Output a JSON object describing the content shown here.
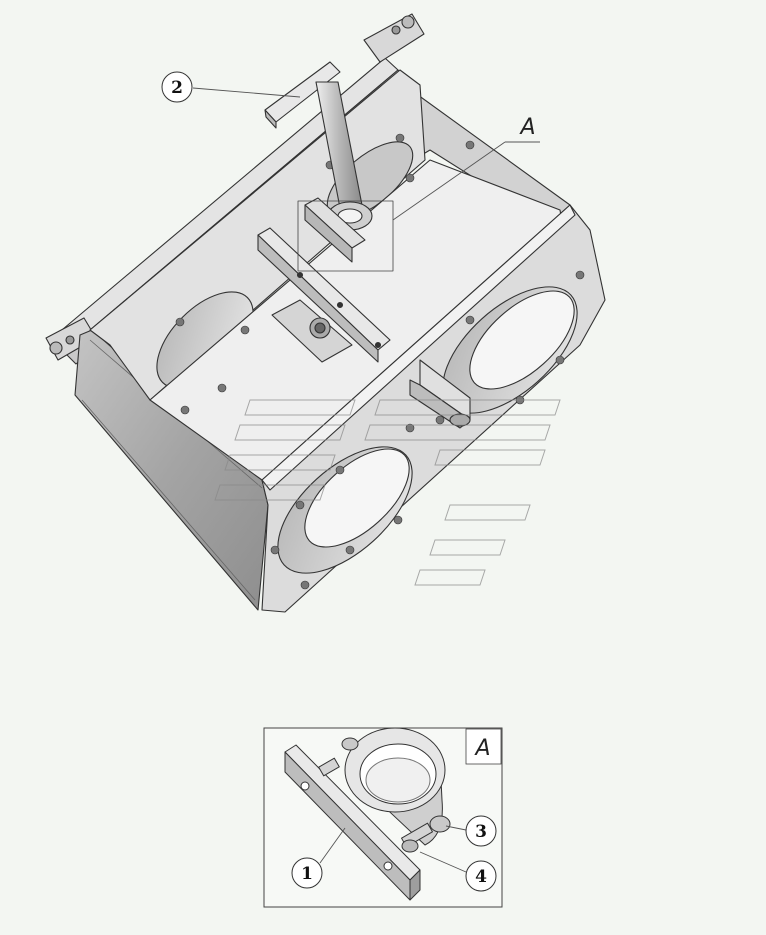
{
  "callouts": {
    "c1": "1",
    "c2": "2",
    "c3": "3",
    "c4": "4"
  },
  "view_labels": {
    "main_detail": "A",
    "inset_title": "A"
  },
  "colors": {
    "background": "#f3f6f2",
    "face_light": "#e6e6e6",
    "face_mid": "#cfcfcf",
    "face_dark": "#a9a9a9",
    "outline": "#333333"
  }
}
